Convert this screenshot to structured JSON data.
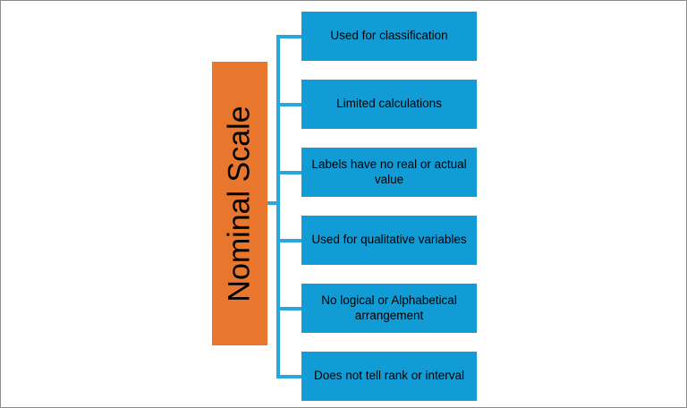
{
  "diagram": {
    "type": "tree-diagram",
    "title": "Nominal Scale",
    "colors": {
      "root_fill": "#e8762c",
      "leaf_fill": "#119cd5",
      "connector": "#2ba6dd",
      "text": "#000000",
      "border": "#8c8c8c",
      "background": "#ffffff"
    },
    "root": {
      "label": "Nominal Scale",
      "orientation": "vertical-rotated"
    },
    "leaves": [
      {
        "label": "Used for classification"
      },
      {
        "label": "Limited calculations"
      },
      {
        "label": "Labels have no real or actual value"
      },
      {
        "label": "Used for qualitative variables"
      },
      {
        "label": "No logical or Alphabetical arrangement"
      },
      {
        "label": "Does not tell rank or interval"
      }
    ]
  }
}
